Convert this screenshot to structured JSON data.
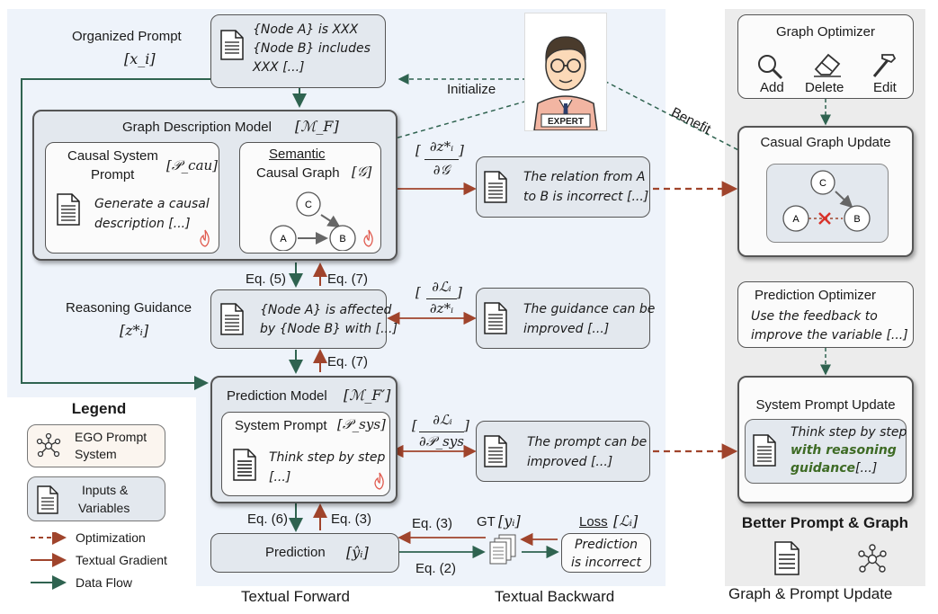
{
  "forward_label": "Textual Forward",
  "backward_label": "Textual Backward",
  "update_label": "Graph & Prompt Update",
  "organized_prompt": {
    "title": "Organized Prompt",
    "symbol": "[x_i]",
    "lines": [
      "{Node A} is XXX",
      "{Node  B}  includes",
      "XXX [...]"
    ]
  },
  "initialize": "Initialize",
  "expert": "EXPERT",
  "benefit": "Benefit",
  "graph_desc": {
    "title": "Graph Description Model",
    "symbol": "[ℳ_F]",
    "causal_prompt_title_1": "Causal System",
    "causal_prompt_title_2": "Prompt",
    "causal_prompt_symbol": "[𝒫_cau]",
    "causal_prompt_text_1": "Generate a causal",
    "causal_prompt_text_2": "description [...]",
    "semantic_title_1": "Semantic",
    "semantic_title_2": "Causal Graph",
    "semantic_symbol": "[𝒢]",
    "node_a": "A",
    "node_b": "B",
    "node_c": "C"
  },
  "grad_graph": {
    "num": "∂z*ᵢ",
    "den": "∂𝒢"
  },
  "feedback_graph": [
    "The relation from A",
    "to B is incorrect [...]"
  ],
  "eq5": "Eq. (5)",
  "eq7a": "Eq. (7)",
  "eq7b": "Eq. (7)",
  "reasoning": {
    "title": "Reasoning Guidance",
    "symbol": "[z*ᵢ]",
    "lines": [
      "{Node A} is affected",
      "by {Node B} with [...]"
    ]
  },
  "grad_reason": {
    "num": "∂ℒᵢ",
    "den": "∂z*ᵢ"
  },
  "feedback_reason": [
    "The guidance can be",
    "improved [...]"
  ],
  "prediction_model": {
    "title": "Prediction Model",
    "symbol": "[ℳ_F′]",
    "sys_title": "System Prompt",
    "sys_symbol": "[𝒫_sys]",
    "sys_text_1": "Think step by step",
    "sys_text_2": "[...]"
  },
  "grad_sys": {
    "num": "∂ℒᵢ",
    "den": "∂𝒫_sys"
  },
  "feedback_sys": [
    "The prompt can be",
    "improved [...]"
  ],
  "eq6": "Eq. (6)",
  "eq3a": "Eq. (3)",
  "eq3b": "Eq. (3)",
  "eq2": "Eq. (2)",
  "prediction": {
    "label": "Prediction",
    "symbol": "[ŷᵢ]"
  },
  "gt": {
    "label": "GT",
    "symbol": "[yᵢ]"
  },
  "loss": {
    "label": "Loss",
    "symbol": "[ℒᵢ]",
    "lines": [
      "Prediction",
      "is incorrect"
    ]
  },
  "legend": {
    "title": "Legend",
    "ego_1": "EGO Prompt",
    "ego_2": "System",
    "inputs_1": "Inputs &",
    "inputs_2": "Variables",
    "optimization": "Optimization",
    "textual_gradient": "Textual Gradient",
    "data_flow": "Data Flow"
  },
  "graph_optimizer": {
    "title": "Graph Optimizer",
    "add": "Add",
    "delete": "Delete",
    "edit": "Edit"
  },
  "causal_update": {
    "title": "Casual Graph Update",
    "node_a": "A",
    "node_b": "B",
    "node_c": "C"
  },
  "prediction_optimizer": {
    "title": "Prediction Optimizer",
    "line1": "Use the feedback to",
    "line2": "improve the variable [...]"
  },
  "sys_update": {
    "title": "System Prompt Update",
    "line1": "Think step by step",
    "line2": "with reasoning",
    "line3": "guidance",
    "line3_tail": "[...]"
  },
  "better": "Better Prompt & Graph",
  "colors": {
    "optimization": "#a0442c",
    "gradient": "#a0442c",
    "dataflow": "#2f6350",
    "panel_blue": "#eef3fa",
    "panel_gray": "#ececec",
    "green_text": "#3e6b25"
  }
}
